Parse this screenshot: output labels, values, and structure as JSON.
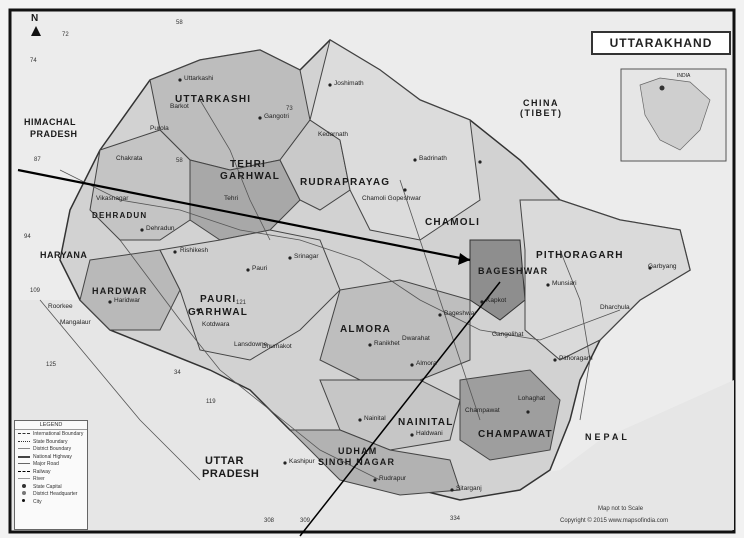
{
  "map": {
    "title": "UTTARAKHAND",
    "north": "N",
    "scale_note": "Map not to Scale",
    "copyright": "Copyright © 2015 www.mapsofindia.com",
    "inset_label": "INDIA",
    "districts": [
      {
        "id": "uttarkashi",
        "label": "UTTARKASHI"
      },
      {
        "id": "tehri",
        "label": "TEHRI"
      },
      {
        "id": "tehri2",
        "label": "GARHWAL"
      },
      {
        "id": "rudraprayag",
        "label": "RUDRAPRAYAG"
      },
      {
        "id": "chamoli",
        "label": "CHAMOLI"
      },
      {
        "id": "dehradun",
        "label": "DEHRADUN"
      },
      {
        "id": "hardwar",
        "label": "HARDWAR"
      },
      {
        "id": "pauri",
        "label": "PAURI"
      },
      {
        "id": "pauri2",
        "label": "GARHWAL"
      },
      {
        "id": "almora",
        "label": "ALMORA"
      },
      {
        "id": "bageshwar",
        "label": "BAGESHWAR"
      },
      {
        "id": "pithoragarh",
        "label": "PITHORAGARH"
      },
      {
        "id": "nainital",
        "label": "NAINITAL"
      },
      {
        "id": "champawat",
        "label": "CHAMPAWAT"
      },
      {
        "id": "usn",
        "label": "UDHAM"
      },
      {
        "id": "usn2",
        "label": "SINGH NAGAR"
      }
    ],
    "regions": [
      {
        "id": "himachal",
        "label": "HIMACHAL"
      },
      {
        "id": "himachal2",
        "label": "PRADESH"
      },
      {
        "id": "haryana",
        "label": "HARYANA"
      },
      {
        "id": "up",
        "label": "UTTAR"
      },
      {
        "id": "up2",
        "label": "PRADESH"
      },
      {
        "id": "china",
        "label": "CHINA"
      },
      {
        "id": "china2",
        "label": "(TIBET)"
      },
      {
        "id": "nepal",
        "label": "NEPAL"
      }
    ],
    "cities": [
      {
        "id": "c1",
        "label": "Uttarkashi"
      },
      {
        "id": "c2",
        "label": "Gangotri"
      },
      {
        "id": "c3",
        "label": "Badrinath"
      },
      {
        "id": "c4",
        "label": "Kedarnath"
      },
      {
        "id": "c5",
        "label": "Joshimath"
      },
      {
        "id": "c6",
        "label": "Chamoli Gopeshwar"
      },
      {
        "id": "c7",
        "label": "Dehradun"
      },
      {
        "id": "c8",
        "label": "Haridwar"
      },
      {
        "id": "c9",
        "label": "Rishikesh"
      },
      {
        "id": "c10",
        "label": "Pauri"
      },
      {
        "id": "c11",
        "label": "Srinagar"
      },
      {
        "id": "c12",
        "label": "Kotdwara"
      },
      {
        "id": "c13",
        "label": "Almora"
      },
      {
        "id": "c14",
        "label": "Ranikhet"
      },
      {
        "id": "c15",
        "label": "Bageshwar"
      },
      {
        "id": "c16",
        "label": "Kapkot"
      },
      {
        "id": "c17",
        "label": "Dharchula"
      },
      {
        "id": "c18",
        "label": "Munsiari"
      },
      {
        "id": "c19",
        "label": "Pithoragarh"
      },
      {
        "id": "c20",
        "label": "Champawat"
      },
      {
        "id": "c21",
        "label": "Haldwani"
      },
      {
        "id": "c22",
        "label": "Nainital"
      },
      {
        "id": "c23",
        "label": "Rudrapur"
      },
      {
        "id": "c24",
        "label": "Kashipur"
      },
      {
        "id": "c25",
        "label": "Sitarganj"
      },
      {
        "id": "c26",
        "label": "Roorkee"
      },
      {
        "id": "c27",
        "label": "Mangalaur"
      },
      {
        "id": "c28",
        "label": "Vikasnagar"
      },
      {
        "id": "c29",
        "label": "Chakrata"
      },
      {
        "id": "c30",
        "label": "Purola"
      },
      {
        "id": "c31",
        "label": "Barkot"
      },
      {
        "id": "c32",
        "label": "Lohaghat"
      },
      {
        "id": "c33",
        "label": "Garbyang"
      },
      {
        "id": "c34",
        "label": "Gangolihat"
      },
      {
        "id": "c35",
        "label": "Dwarahat"
      },
      {
        "id": "c36",
        "label": "Lansdowne"
      },
      {
        "id": "c37",
        "label": "Tehri"
      },
      {
        "id": "c38",
        "label": "Dhumakot"
      }
    ],
    "roads": [
      "72",
      "58",
      "74",
      "87",
      "94",
      "109",
      "125",
      "34",
      "119",
      "121",
      "308",
      "309",
      "334",
      "73",
      "58"
    ],
    "legend": {
      "title": "LEGEND",
      "items": [
        "International Boundary",
        "State Boundary",
        "District Boundary",
        "National Highway",
        "Major Road",
        "Railway",
        "River",
        "State Capital",
        "District Headquarter",
        "City"
      ]
    }
  }
}
